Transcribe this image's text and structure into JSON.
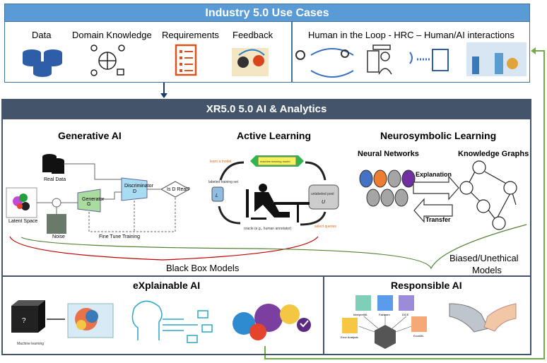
{
  "top": {
    "title": "Industry 5.0 Use Cases",
    "items": [
      "Data",
      "Domain Knowledge",
      "Requirements",
      "Feedback"
    ],
    "hrc": "Human in the Loop - HRC – Human/AI interactions"
  },
  "xr": {
    "title": "XR5.0 5.0 AI & Analytics",
    "generative": {
      "title": "Generative AI",
      "labels": {
        "real": "Real Data",
        "latent": "Latent Space",
        "noise": "Noise",
        "gen": "Generator",
        "gen_sym": "G",
        "disc": "Discriminator",
        "disc_sym": "D",
        "real_q": "Is D Real?",
        "fine": "Fine Tune Training"
      }
    },
    "active": {
      "title": "Active Learning",
      "labels": {
        "learn": "learn a model",
        "model": "machine learning model",
        "labeled": "labeled training set",
        "labeled_sym": "L",
        "unlabeled": "unlabeled pool",
        "unlabeled_sym": "U",
        "select": "select queries",
        "oracle": "oracle (e.g., human annotator)"
      }
    },
    "neuro": {
      "title": "Neurosymbolic Learning",
      "nn": "Neural Networks",
      "kg": "Knowledge Graphs",
      "explanation": "Explanation",
      "transfer": "Transfer"
    },
    "blackbox": "Black Box Models",
    "biased": "Biased/Unethical",
    "biased2": "Models",
    "xai": {
      "title": "eXplainable AI",
      "box_label": "Machine learning"
    },
    "rai": {
      "title": "Responsible AI",
      "tools": [
        "InterpretML",
        "Fairlearn",
        "DiCE",
        "Error Analysis",
        "EconML"
      ]
    }
  },
  "colors": {
    "header_blue": "#5b9bd5",
    "header_slate": "#44546a",
    "feedback_green": "#70ad47",
    "bracket_red": "#c00000",
    "bracket_green": "#548235"
  }
}
